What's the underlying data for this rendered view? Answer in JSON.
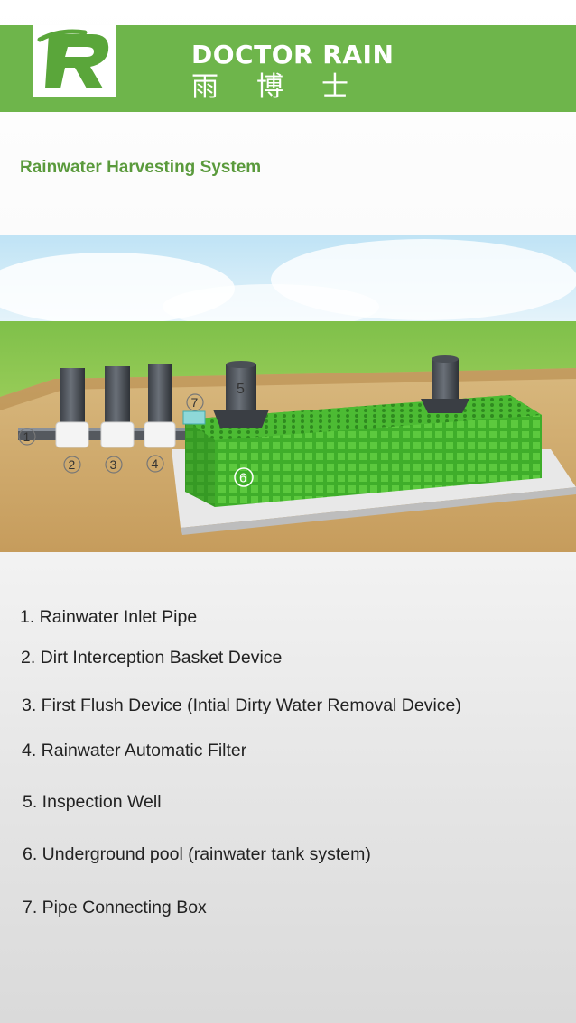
{
  "header": {
    "logo_letter": "R",
    "brand_en": "DOCTOR RAIN",
    "brand_cn": "雨博士"
  },
  "section_title": "Rainwater Harvesting System",
  "diagram": {
    "callouts": [
      "1",
      "2",
      "3",
      "4",
      "5",
      "6",
      "7"
    ]
  },
  "legend": [
    "1. Rainwater Inlet Pipe",
    "2. Dirt Interception Basket  Device",
    "3. First Flush Device (Intial Dirty Water Removal Device)",
    "4. Rainwater Automatic Filter",
    "5. Inspection Well",
    "6. Underground pool (rainwater tank system)",
    "7. Pipe Connecting Box"
  ],
  "colors": {
    "brand_green": "#6eb54b",
    "title_green": "#5a9a3c",
    "module_green": "#3fae2a",
    "soil": "#c9a46a"
  }
}
